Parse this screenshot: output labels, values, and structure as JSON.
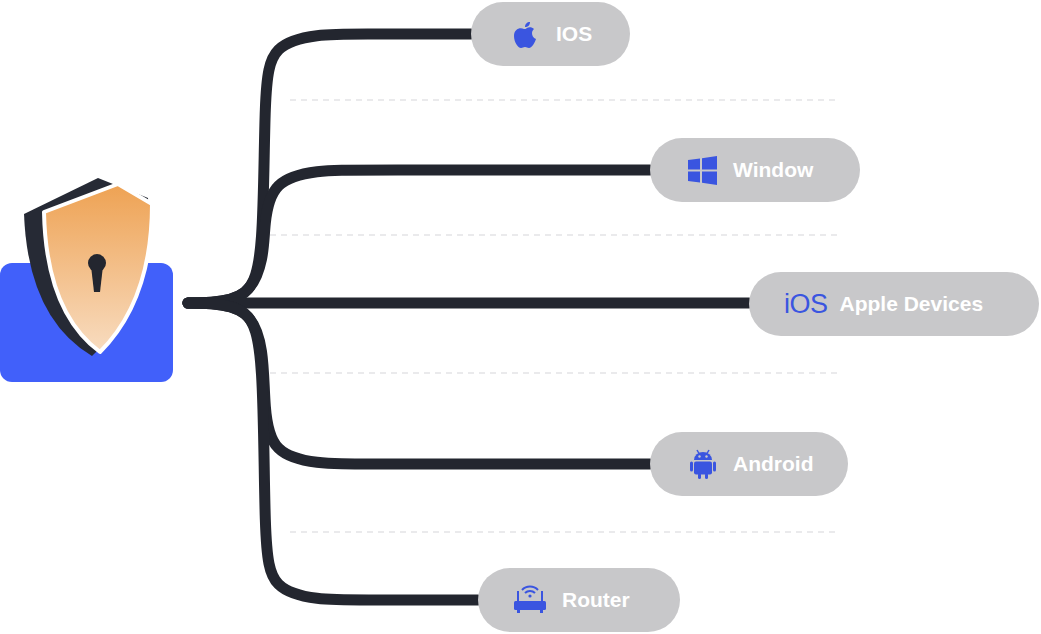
{
  "diagram": {
    "nodes": [
      {
        "text": []
      },
      {
        "text": [
          "IOS"
        ]
      },
      {
        "text": [
          "Window"
        ]
      },
      {
        "text": [
          "iOS",
          "Apple Devices"
        ]
      },
      {
        "text": [
          "Android"
        ]
      },
      {
        "text": [
          "Router"
        ]
      }
    ],
    "edges": [
      {
        "from": 0,
        "to": 1,
        "arrow": "none"
      },
      {
        "from": 0,
        "to": 2,
        "arrow": "none"
      },
      {
        "from": 0,
        "to": 3,
        "arrow": "none"
      },
      {
        "from": 0,
        "to": 4,
        "arrow": "none"
      },
      {
        "from": 0,
        "to": 5,
        "arrow": "none"
      }
    ]
  }
}
